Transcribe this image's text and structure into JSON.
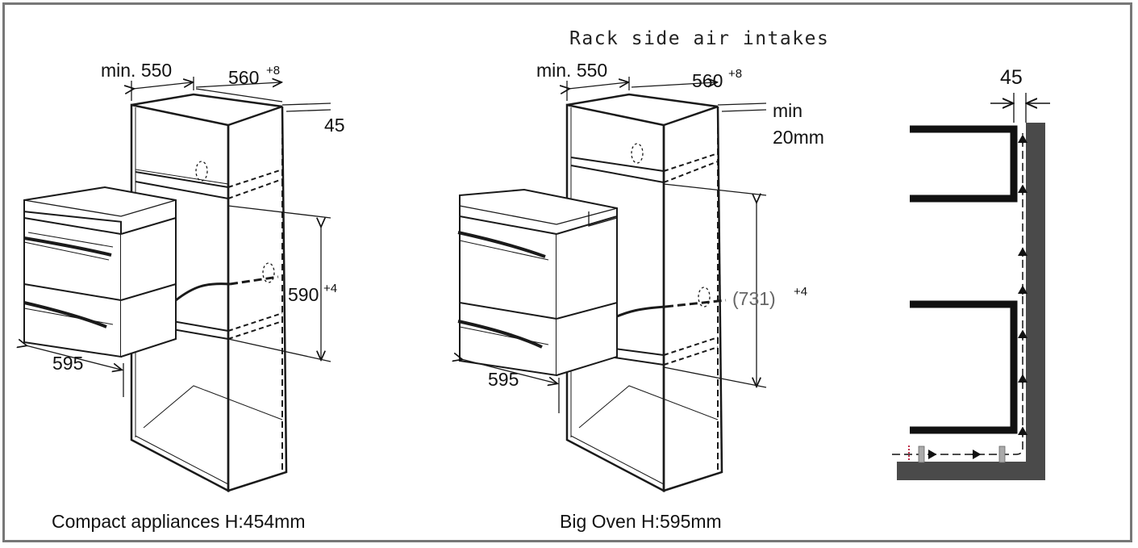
{
  "header": {
    "rack_label": "Rack side air intakes"
  },
  "compact": {
    "depth_label": "min. 550",
    "width_label": "560",
    "width_tol": "+8",
    "gap_label": "45",
    "height_label": "590",
    "height_tol": "+4",
    "front_width_label": "595",
    "caption": "Compact appliances H:454mm"
  },
  "big": {
    "depth_label": "min. 550",
    "width_label": "560",
    "width_tol": "+8",
    "gap_label_1": "min",
    "gap_label_2": "20mm",
    "height_label": "(731)",
    "height_tol": "+4",
    "front_width_label": "595",
    "caption": "Big Oven H:595mm"
  },
  "side": {
    "gap_label": "45"
  },
  "colors": {
    "frame": "#777777",
    "wall": "#4a4a4a",
    "line": "#1a1a1a",
    "dim_gray": "#666666",
    "vent_red": "#c0304a"
  }
}
